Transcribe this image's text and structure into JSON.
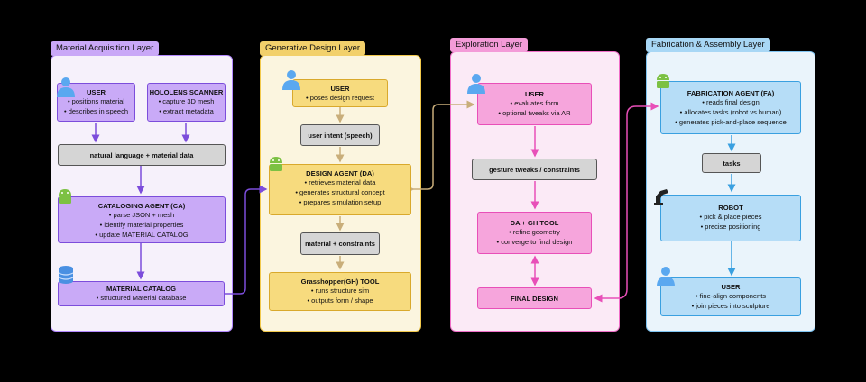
{
  "layers": {
    "acquisition": {
      "label": "Material Acquisition Layer",
      "color": "#b388ff"
    },
    "generative": {
      "label": "Generative Design Layer",
      "color": "#f2c94c"
    },
    "exploration": {
      "label": "Exploration Layer",
      "color": "#f06ec8"
    },
    "fabrication": {
      "label": "Fabrication & Assembly Layer",
      "color": "#7fc4f2"
    }
  },
  "acq": {
    "user": {
      "title": "USER",
      "lines": [
        "• positions material",
        "• describes in speech"
      ]
    },
    "hololens": {
      "title": "HOLOLENS SCANNER",
      "lines": [
        "• capture 3D mesh",
        "• extract metadata"
      ]
    },
    "nl": "natural language + material data",
    "ca": {
      "title": "CATALOGING AGENT (CA)",
      "lines": [
        "• parse JSON + mesh",
        "• identify material properties",
        "• update MATERIAL CATALOG"
      ]
    },
    "catalog": {
      "title": "MATERIAL CATALOG",
      "lines": [
        "• structured Material database"
      ]
    }
  },
  "gen": {
    "user": {
      "title": "USER",
      "lines": [
        "• poses design request"
      ]
    },
    "intent": "user intent (speech)",
    "da": {
      "title": "DESIGN AGENT (DA)",
      "lines": [
        "• retrieves material data",
        "• generates structural concept",
        "• prepares simulation setup"
      ]
    },
    "mc": "material + constraints",
    "gh": {
      "title": "Grasshopper(GH) TOOL",
      "lines": [
        "• runs structure sim",
        "• outputs form / shape"
      ]
    }
  },
  "exp": {
    "user": {
      "title": "USER",
      "lines": [
        "• evaluates form",
        "• optional tweaks via AR"
      ]
    },
    "gesture": "gesture tweaks / constraints",
    "dagh": {
      "title": "DA + GH TOOL",
      "lines": [
        "• refine geometry",
        "• converge to final design"
      ]
    },
    "final": "FINAL DESIGN"
  },
  "fab": {
    "fa": {
      "title": "FABRICATION AGENT (FA)",
      "lines": [
        "• reads final design",
        "• allocates tasks (robot vs human)",
        "• generates pick-and-place sequence"
      ]
    },
    "tasks": "tasks",
    "robot": {
      "title": "ROBOT",
      "lines": [
        "• pick & place pieces",
        "• precise positioning"
      ]
    },
    "user": {
      "title": "USER",
      "lines": [
        "• fine-align components",
        "• join pieces into sculpture"
      ]
    }
  }
}
